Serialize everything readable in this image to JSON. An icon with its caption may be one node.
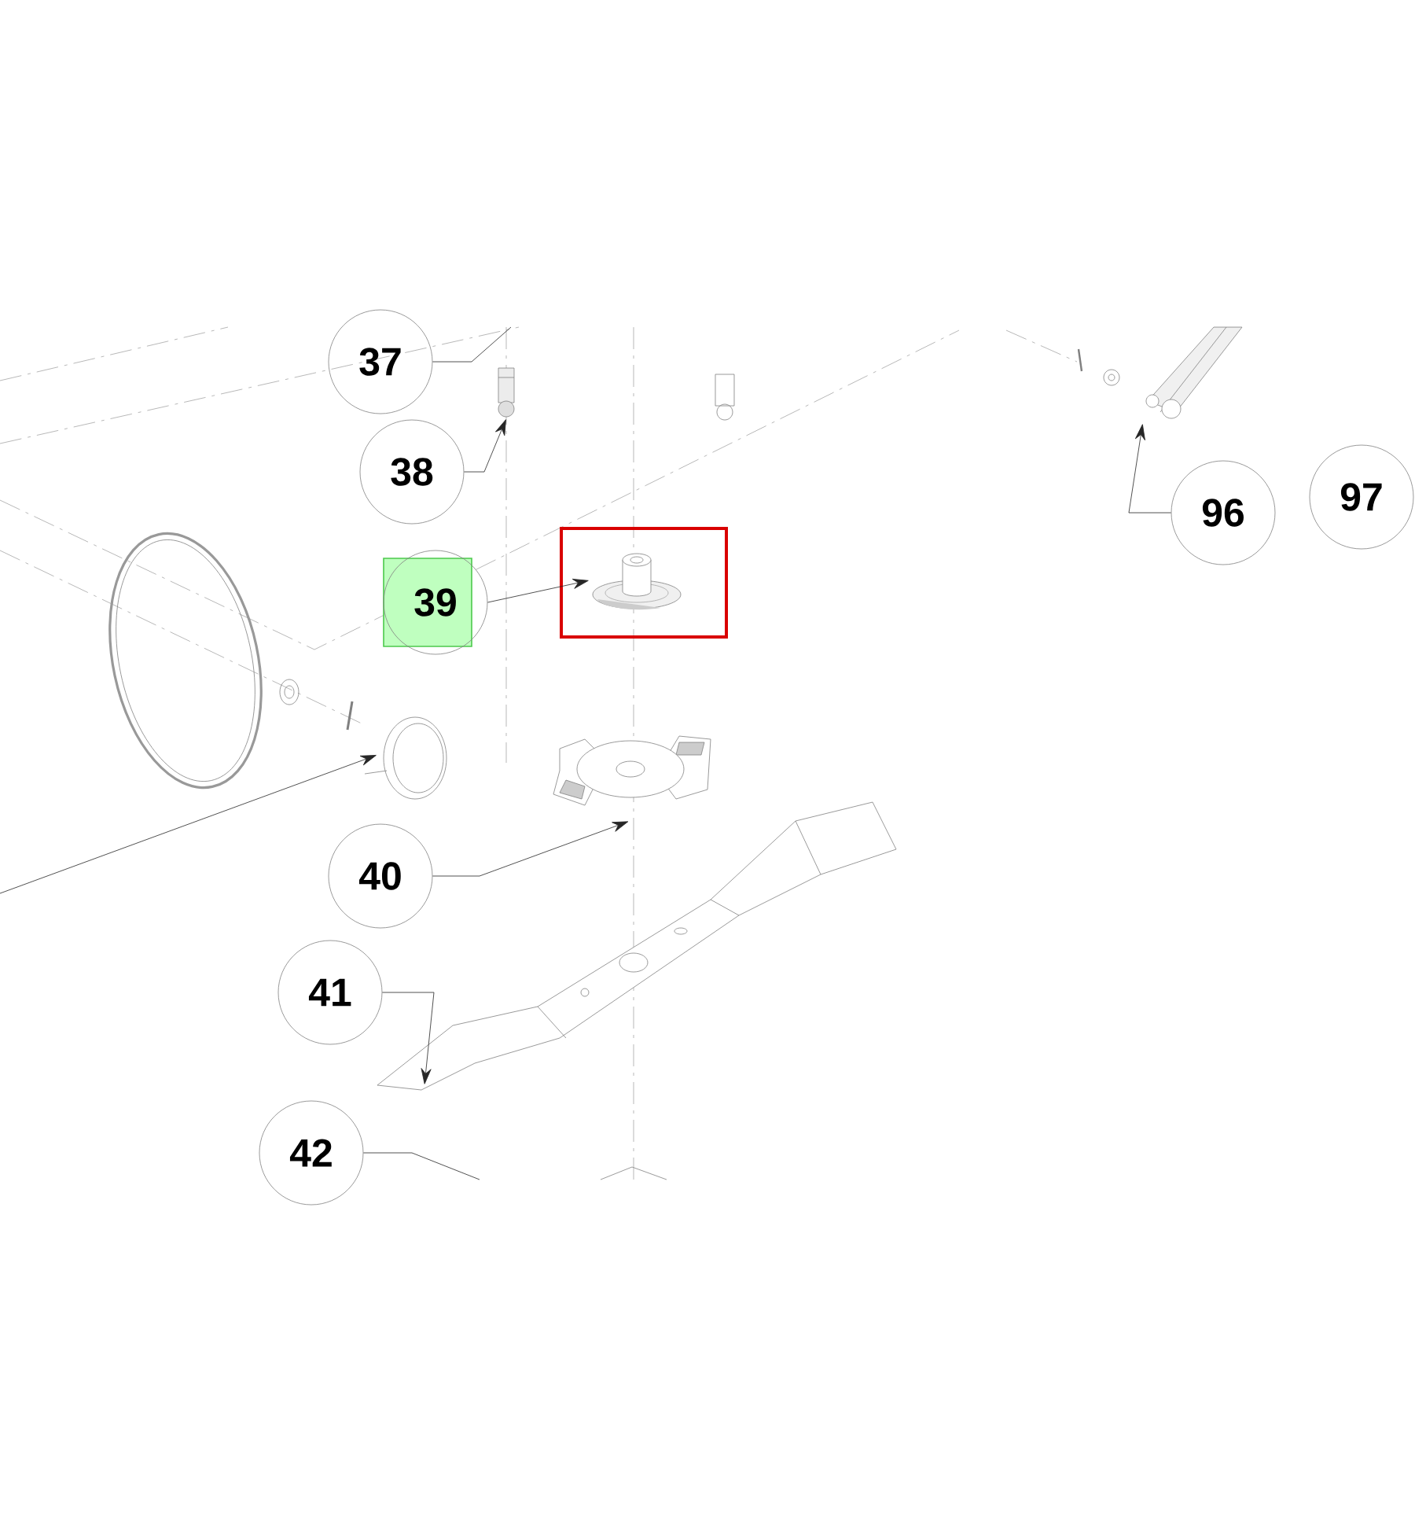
{
  "diagram": {
    "nodes": [
      {
        "text": [
          "37"
        ]
      },
      {
        "text": [
          "38"
        ]
      },
      {
        "text": [
          "39"
        ]
      },
      {
        "text": [
          "96"
        ]
      },
      {
        "text": [
          "97"
        ]
      },
      {
        "text": [
          "40"
        ]
      },
      {
        "text": [
          "41"
        ]
      },
      {
        "text": [
          "42"
        ]
      },
      {
        "text": [],
        "shape": "picture"
      },
      {
        "text": [],
        "shape": "picture"
      },
      {
        "text": [],
        "shape": "picture"
      },
      {
        "text": [],
        "shape": "picture"
      },
      {
        "text": [],
        "shape": "picture"
      },
      {
        "text": [],
        "shape": "picture"
      }
    ],
    "edges": [
      {
        "from": 0,
        "to": null,
        "arrow": "none"
      },
      {
        "from": 1,
        "to": 8,
        "arrow": "to"
      },
      {
        "from": 2,
        "to": 9,
        "arrow": "to"
      },
      {
        "from": 3,
        "to": 10,
        "arrow": "to"
      },
      {
        "from": 5,
        "to": 11,
        "arrow": "to"
      },
      {
        "from": 6,
        "to": 12,
        "arrow": "to"
      },
      {
        "from": 7,
        "to": null,
        "arrow": "none"
      },
      {
        "from": null,
        "to": 13,
        "arrow": "to"
      }
    ]
  }
}
